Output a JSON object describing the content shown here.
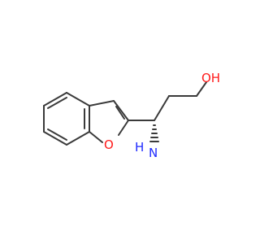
{
  "molecule": {
    "atoms": {
      "hydroxyl": {
        "label": "OH",
        "color": "#ff1a1a"
      },
      "furan_oxygen": {
        "label": "O",
        "color": "#ff1a1a"
      },
      "amino_H": {
        "label": "H",
        "color": "#1f2bff"
      },
      "amino_N": {
        "label": "N",
        "color": "#1f2bff"
      }
    },
    "bond_color": "#3a3a3a"
  }
}
